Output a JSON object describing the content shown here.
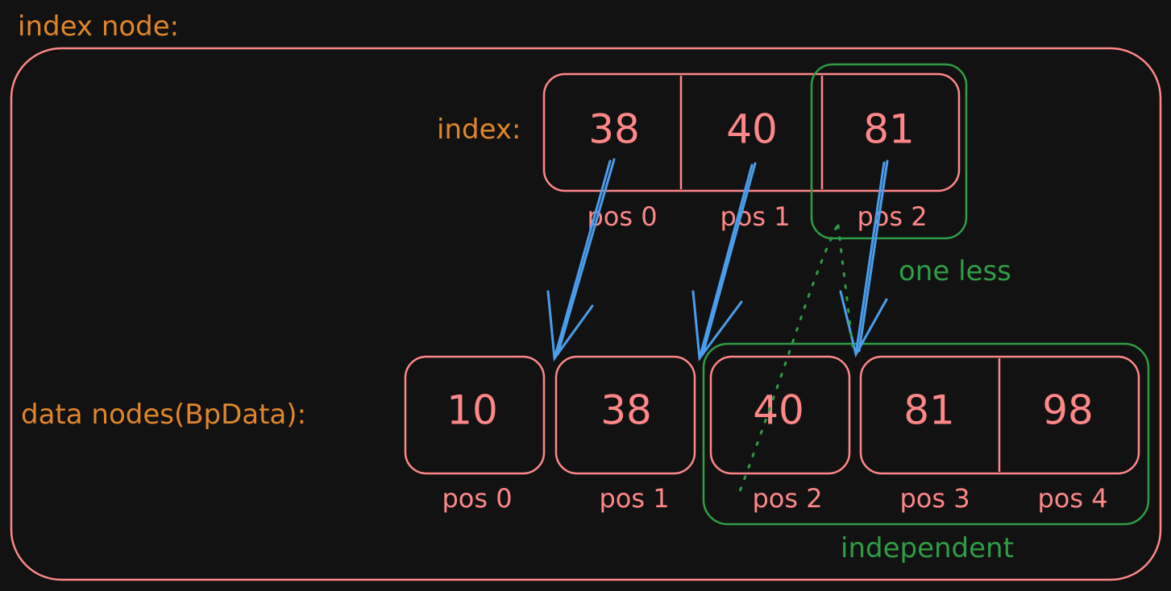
{
  "labels": {
    "outer": "index node:",
    "index_row": "index:",
    "data_row": "data nodes(BpData):",
    "one_less": "one less",
    "independent": "independent"
  },
  "index_cells": [
    {
      "value": "38",
      "pos": "pos 0"
    },
    {
      "value": "40",
      "pos": "pos 1"
    },
    {
      "value": "81",
      "pos": "pos 2"
    }
  ],
  "data_cells": [
    {
      "value": "10",
      "pos": "pos 0"
    },
    {
      "value": "38",
      "pos": "pos 1"
    },
    {
      "value": "40",
      "pos": "pos 2"
    },
    {
      "value": "81",
      "pos": "pos 3"
    },
    {
      "value": "98",
      "pos": "pos 4"
    }
  ],
  "colors": {
    "background": "#121212",
    "box": "#ff8787",
    "label": "#e0862a",
    "highlight": "#2f9e44",
    "arrow": "#4a9eed"
  }
}
